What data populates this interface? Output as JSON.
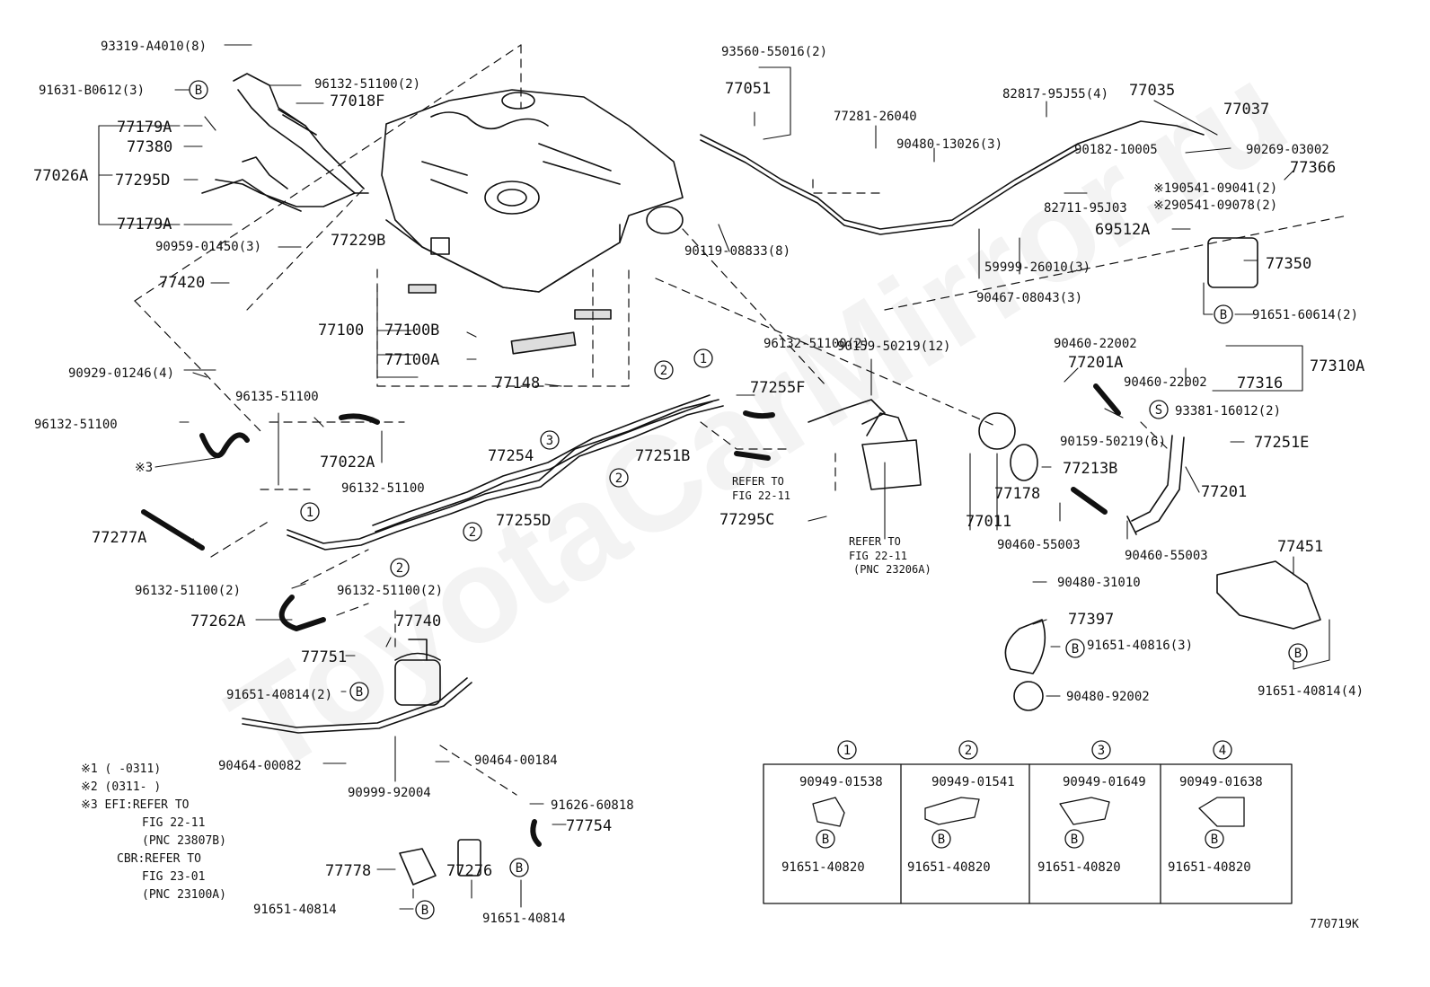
{
  "watermark": "ToyotaCarMirror.ru",
  "figure_id": "770719K",
  "notes": [
    "※1 (    -0311)",
    "※2 (0311-    )",
    "※3  EFI:REFER TO",
    "FIG  22-11",
    "(PNC 23807B)",
    "CBR:REFER TO",
    "FIG  23-01",
    "(PNC 23100A)"
  ],
  "refs": [
    "REFER TO",
    "FIG 22-11",
    "REFER TO",
    "FIG 22-11",
    "(PNC 23206A)"
  ],
  "markers": [
    "1",
    "2",
    "3",
    "4",
    "B",
    "S",
    "※3"
  ],
  "labels": [
    "93319-A4010(8)",
    "91631-B0612(3)",
    "96132-51100(2)",
    "77018F",
    "77179A",
    "77380",
    "77026A",
    "77295D",
    "77179A",
    "90959-01450(3)",
    "77229B",
    "77420",
    "93560-55016(2)",
    "77051",
    "77281-26040",
    "90480-13026(3)",
    "82817-95J55(4)",
    "77035",
    "77037",
    "90182-10005",
    "90269-03002",
    "77366",
    "※190541-09041(2)",
    "※290541-09078(2)",
    "82711-95J03",
    "69512A",
    "77350",
    "59999-26010(3)",
    "90467-08043(3)",
    "90119-08833(8)",
    "91651-60614(2)",
    "77310A",
    "77316",
    "93381-16012(2)",
    "77251E",
    "77201",
    "77100",
    "77100B",
    "77100A",
    "77148",
    "90929-01246(4)",
    "96135-51100",
    "96132-51100",
    "77022A",
    "96132-51100",
    "96132-51100(2)",
    "77255F",
    "90159-50219(12)",
    "90460-22002",
    "77201A",
    "90460-22002",
    "77254",
    "77251B",
    "77255D",
    "90159-50219(6)",
    "77213B",
    "77178",
    "77011",
    "90460-55003",
    "90460-55003",
    "77295C",
    "77277A",
    "96132-51100(2)",
    "96132-51100(2)",
    "77262A",
    "77740",
    "77751",
    "91651-40814(2)",
    "90480-31010",
    "77397",
    "91651-40816(3)",
    "90480-92002",
    "77451",
    "91651-40814(4)",
    "90464-00082",
    "90464-00184",
    "90999-92004",
    "91626-60818",
    "77754",
    "77778",
    "77276",
    "91651-40814",
    "91651-40814"
  ],
  "legend": {
    "columns": [
      {
        "num": "1",
        "part": "90949-01538",
        "bolt": "91651-40820"
      },
      {
        "num": "2",
        "part": "90949-01541",
        "bolt": "91651-40820"
      },
      {
        "num": "3",
        "part": "90949-01649",
        "bolt": "91651-40820"
      },
      {
        "num": "4",
        "part": "90949-01638",
        "bolt": "91651-40820"
      }
    ]
  }
}
